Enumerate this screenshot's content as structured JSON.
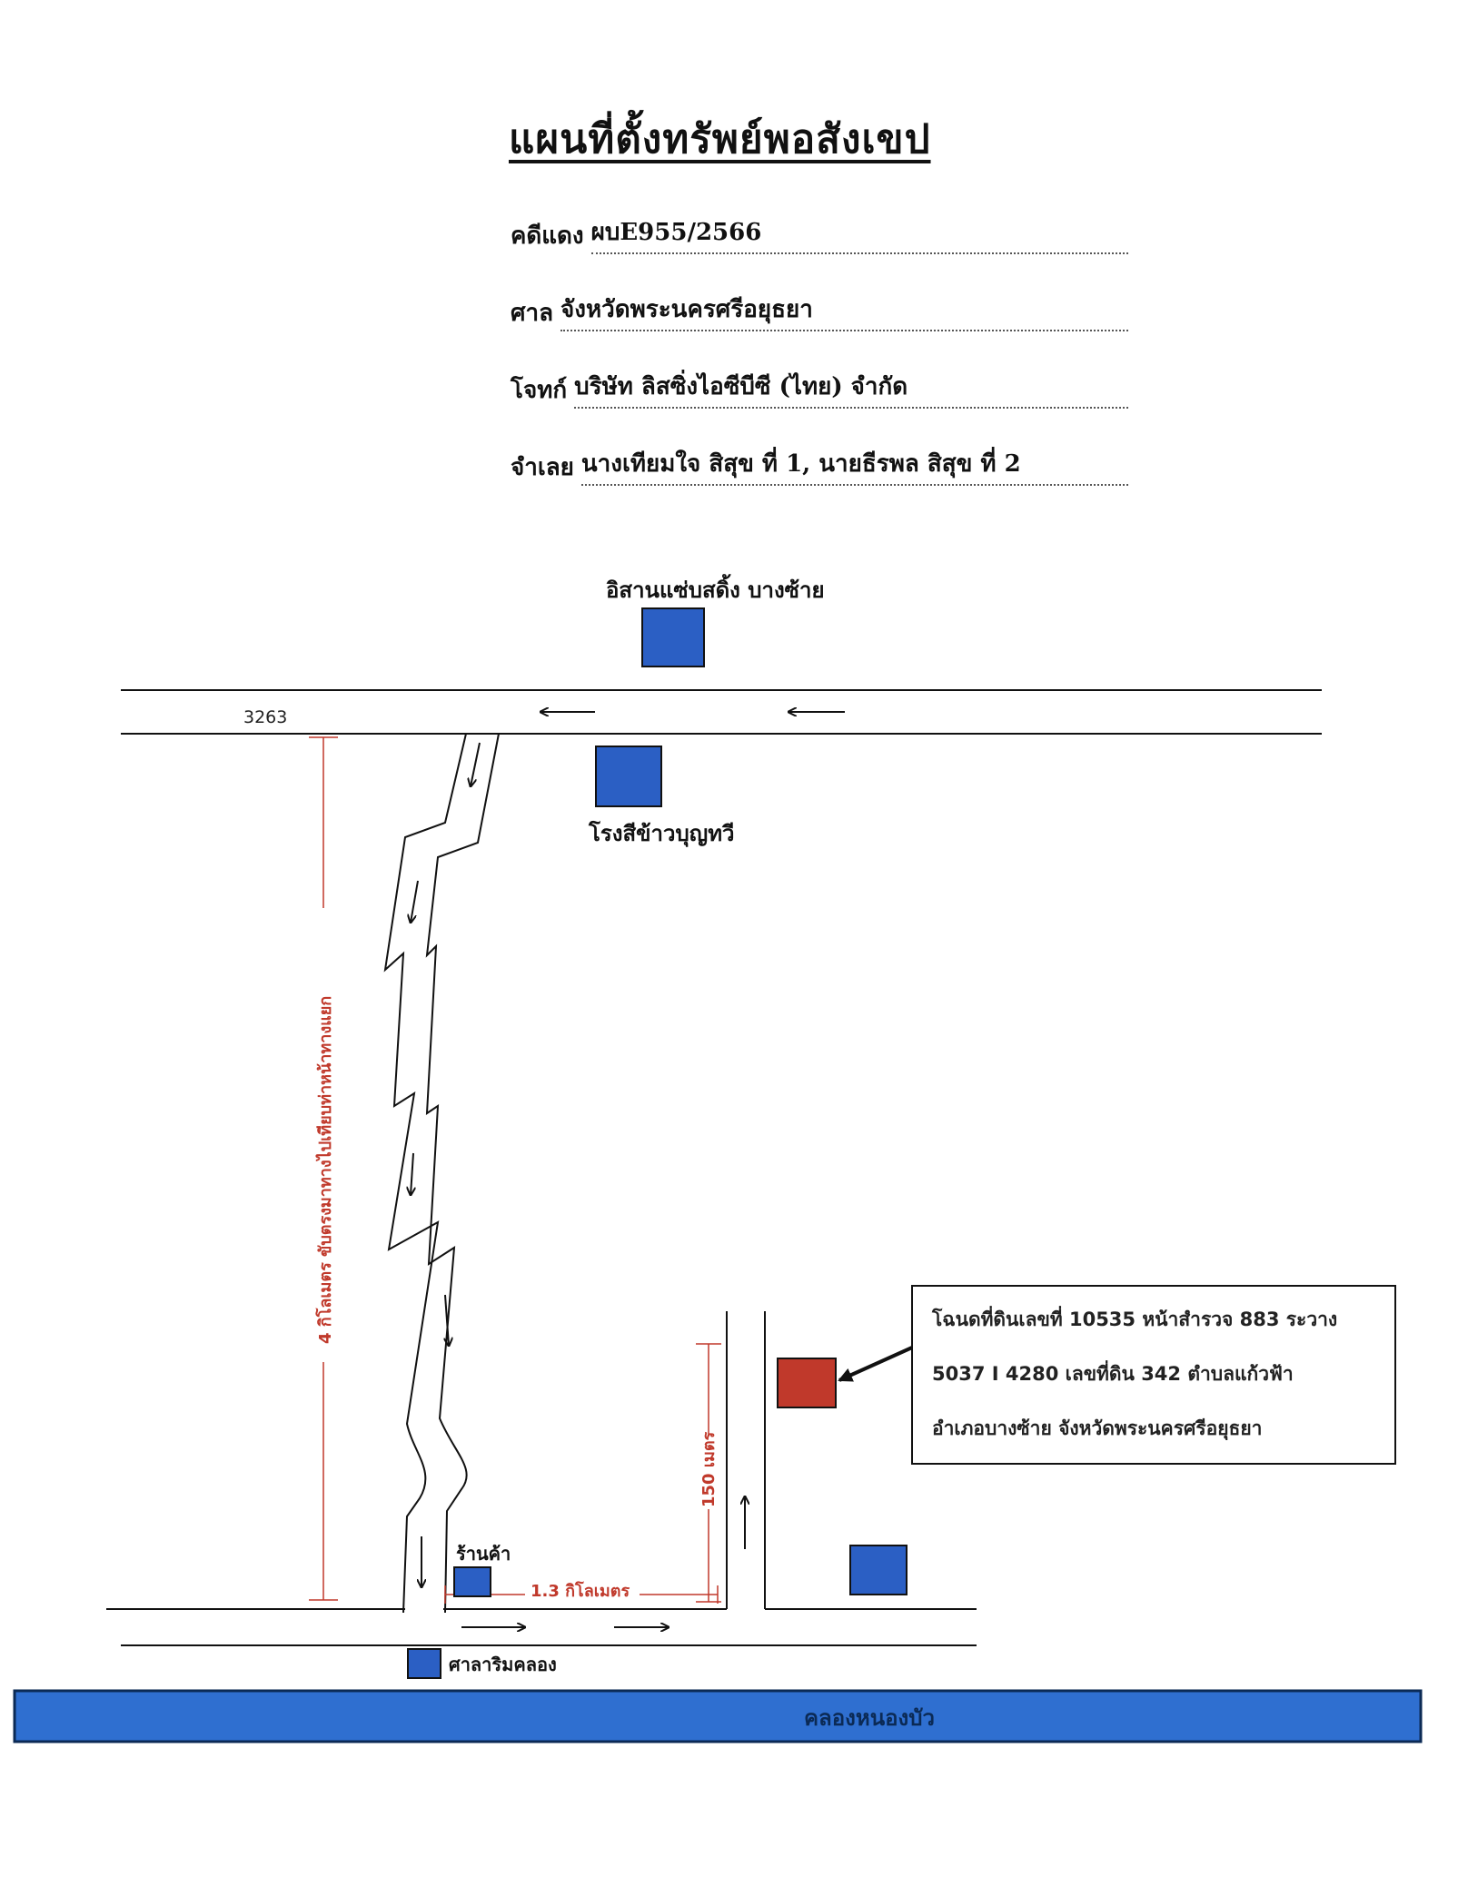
{
  "header": {
    "title": "แผนที่ตั้งทรัพย์พอสังเขป",
    "case_label": "คดีแดง",
    "case_value": "ผบE955/2566",
    "court_label": "ศาล",
    "court_value": "จังหวัดพระนครศรีอยุธยา",
    "plaintiff_label": "โจทก์",
    "plaintiff_value": "บริษัท ลิสซิ่งไอซีบีซี (ไทย) จำกัด",
    "defendant_label": "จำเลย",
    "defendant_value": "นางเทียมใจ สิสุข ที่ 1, นายธีรพล สิสุข ที่ 2"
  },
  "map": {
    "road_number": "3263",
    "landmark_top": "อิสานแซ่บสดิ้ง บางซ้าย",
    "landmark_mill": "โรงสีข้าวบุญทวี",
    "vertical_distance": "4 กิโลเมตร ขับตรงมาทางไปเทียบท่าหน้าทางแยก",
    "shop_label": "ร้านค้า",
    "horizontal_distance": "1.3 กิโลเมตร",
    "side_distance": "150 เมตร",
    "sala_label": "ศาลาริมคลอง",
    "canal_label": "คลองหนองบัว",
    "property_info": {
      "line1": "โฉนดที่ดินเลขที่ 10535 หน้าสำรวจ 883 ระวาง",
      "line2": "5037 I 4280 เลขที่ดิน 342 ตำบลแก้วฟ้า",
      "line3": "อำเภอบางซ้าย จังหวัดพระนครศรีอยุธยา"
    },
    "colors": {
      "landmark_blue": "#2b5fc4",
      "property_red": "#c0392b",
      "canal_blue": "#2f6fd0",
      "distance_red": "#c0392b"
    }
  }
}
